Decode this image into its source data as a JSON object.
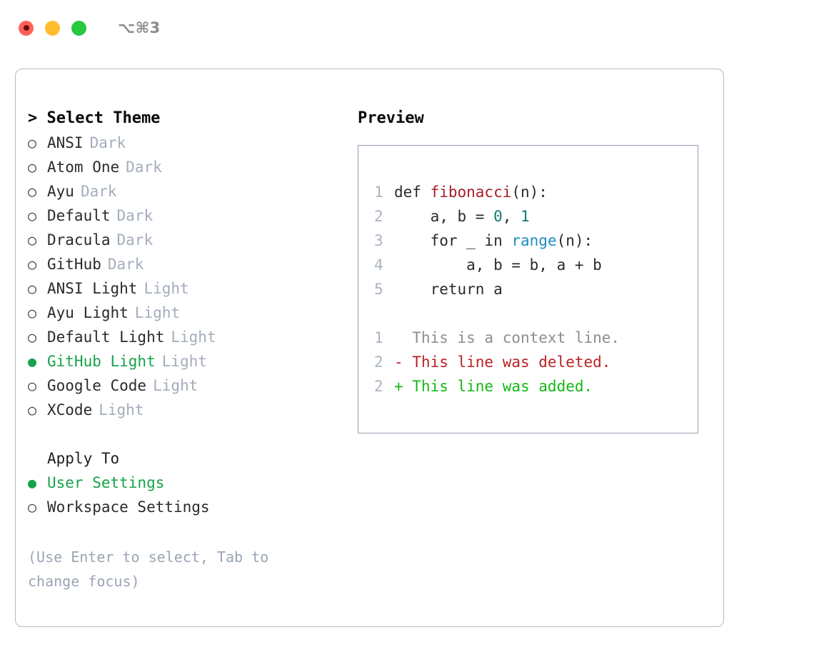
{
  "titlebar": {
    "shortcut": "⌥⌘3",
    "buttons": [
      {
        "name": "close",
        "color": "#ff6159"
      },
      {
        "name": "minimize",
        "color": "#ffbd2e"
      },
      {
        "name": "maximize",
        "color": "#28c840"
      }
    ]
  },
  "theme_select": {
    "header": "> Select Theme",
    "options": [
      {
        "marker": "○",
        "label": "ANSI",
        "badge": "Dark",
        "selected": false
      },
      {
        "marker": "○",
        "label": "Atom One",
        "badge": "Dark",
        "selected": false
      },
      {
        "marker": "○",
        "label": "Ayu",
        "badge": "Dark",
        "selected": false
      },
      {
        "marker": "○",
        "label": "Default",
        "badge": "Dark",
        "selected": false
      },
      {
        "marker": "○",
        "label": "Dracula",
        "badge": "Dark",
        "selected": false
      },
      {
        "marker": "○",
        "label": "GitHub",
        "badge": "Dark",
        "selected": false
      },
      {
        "marker": "○",
        "label": "ANSI Light",
        "badge": "Light",
        "selected": false
      },
      {
        "marker": "○",
        "label": "Ayu Light",
        "badge": "Light",
        "selected": false
      },
      {
        "marker": "○",
        "label": "Default Light",
        "badge": "Light",
        "selected": false
      },
      {
        "marker": "●",
        "label": "GitHub Light",
        "badge": "Light",
        "selected": true
      },
      {
        "marker": "○",
        "label": "Google Code",
        "badge": "Light",
        "selected": false
      },
      {
        "marker": "○",
        "label": "XCode",
        "badge": "Light",
        "selected": false
      }
    ]
  },
  "apply_to": {
    "header": "Apply To",
    "options": [
      {
        "marker": "●",
        "label": "User Settings",
        "selected": true
      },
      {
        "marker": "○",
        "label": "Workspace Settings",
        "selected": false
      }
    ]
  },
  "hint": "(Use Enter to select, Tab to change focus)",
  "preview": {
    "title": "Preview",
    "code_lines": [
      {
        "no": "1",
        "segments": [
          {
            "t": "def ",
            "c": "plain"
          },
          {
            "t": "fibonacci",
            "c": "fn"
          },
          {
            "t": "(n):",
            "c": "plain"
          }
        ]
      },
      {
        "no": "2",
        "segments": [
          {
            "t": "    a, b = ",
            "c": "plain"
          },
          {
            "t": "0",
            "c": "num"
          },
          {
            "t": ", ",
            "c": "plain"
          },
          {
            "t": "1",
            "c": "num"
          }
        ]
      },
      {
        "no": "3",
        "segments": [
          {
            "t": "    for _ in ",
            "c": "plain"
          },
          {
            "t": "range",
            "c": "call"
          },
          {
            "t": "(n):",
            "c": "plain"
          }
        ]
      },
      {
        "no": "4",
        "segments": [
          {
            "t": "        a, b = b, a + b",
            "c": "plain"
          }
        ]
      },
      {
        "no": "5",
        "segments": [
          {
            "t": "    return a",
            "c": "plain"
          }
        ]
      }
    ],
    "diff_lines": [
      {
        "no": "1",
        "text": "  This is a context line.",
        "kind": "ctx"
      },
      {
        "no": "2",
        "text": "- This line was deleted.",
        "kind": "del"
      },
      {
        "no": "2",
        "text": "+ This line was added.",
        "kind": "add"
      }
    ]
  },
  "colors": {
    "accent_green": "#16a34a",
    "diff_added": "#14b814",
    "diff_deleted": "#bb2124",
    "muted": "#a3adbb",
    "border": "#b2bac6",
    "code_border": "#93a0b0",
    "token_function": "#a71d28",
    "token_number": "#0d7c74",
    "token_call": "#1b8ec4"
  }
}
